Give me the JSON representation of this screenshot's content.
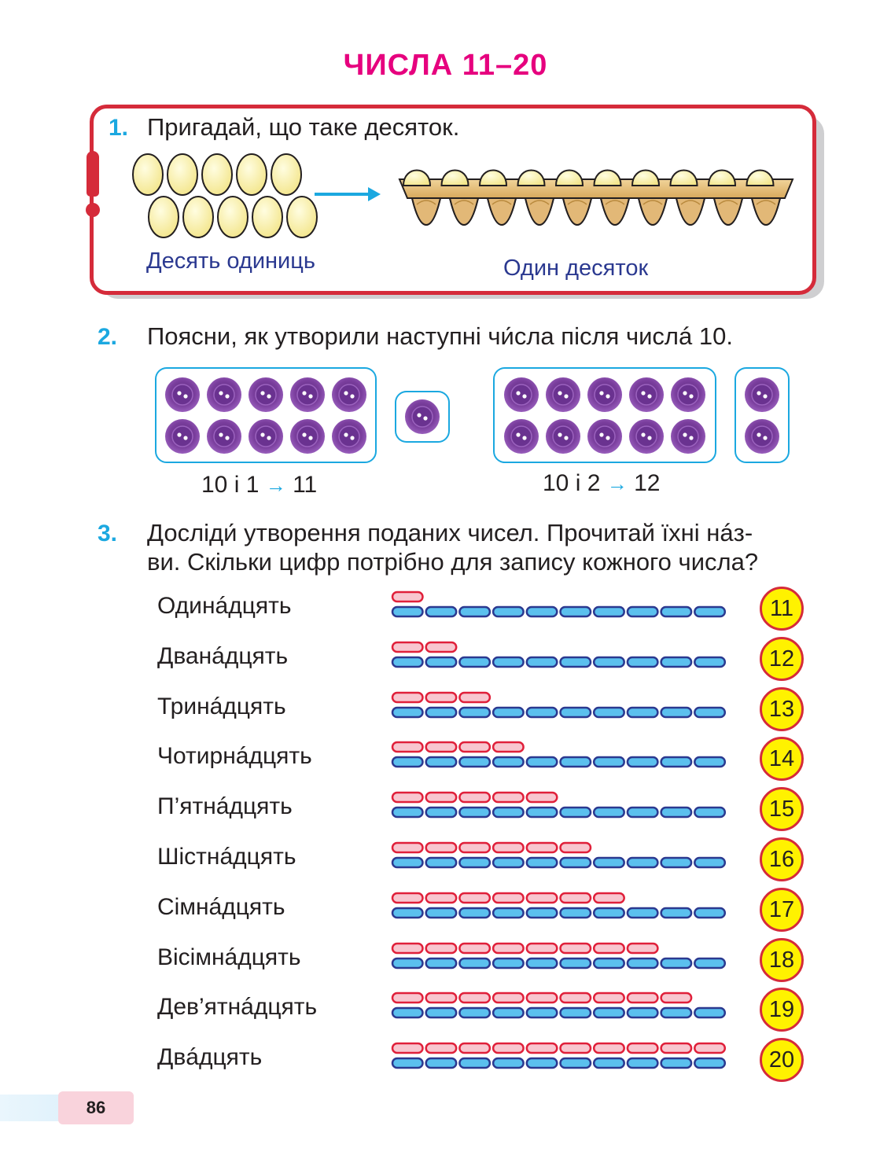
{
  "title": "ЧИСЛА 11–20",
  "task1": {
    "number": "1.",
    "text": "Пригадай, що таке десяток.",
    "left_caption": "Десять одиниць",
    "right_caption": "Один десяток"
  },
  "task2": {
    "number": "2.",
    "text": "Поясни, як утворили наступні чи́сла після числá 10.",
    "example1": {
      "a": "10 і 1",
      "arrow": "→",
      "result": "11"
    },
    "example2": {
      "a": "10 і 2",
      "arrow": "→",
      "result": "12"
    }
  },
  "task3": {
    "number": "3.",
    "line1": "Дослiди́ утворення поданих чисел. Прочитай їхні нáз-",
    "line2": "ви. Скільки цифр потрібно для запису кожного числа?",
    "rows": [
      {
        "name": "Одинáдцять",
        "value": "11"
      },
      {
        "name": "Дванáдцять",
        "value": "12"
      },
      {
        "name": "Тринáдцять",
        "value": "13"
      },
      {
        "name": "Чотирнáдцять",
        "value": "14"
      },
      {
        "name": "П’ятнáдцять",
        "value": "15"
      },
      {
        "name": "Шістнáдцять",
        "value": "16"
      },
      {
        "name": "Сімнáдцять",
        "value": "17"
      },
      {
        "name": "Вісімнáдцять",
        "value": "18"
      },
      {
        "name": "Дев’ятнáдцять",
        "value": "19"
      },
      {
        "name": "Двáдцять",
        "value": "20"
      }
    ]
  },
  "page_number": "86",
  "colors": {
    "title": "#e6007e",
    "task_number": "#1ba8e0",
    "frame_red": "#d52b3a",
    "caption_blue": "#2b3990",
    "circle_yellow": "#fff200",
    "stick_blue_fill": "#5bc0ee",
    "stick_blue_border": "#2b3990",
    "stick_pink_fill": "#f8c6cf",
    "stick_red_border": "#e0203a",
    "button_purple": "#7a3e9d"
  },
  "icons": [
    "exclamation-icon",
    "egg-icon",
    "egg-carton-icon",
    "arrow-right-icon",
    "button-icon",
    "stick-icon"
  ]
}
